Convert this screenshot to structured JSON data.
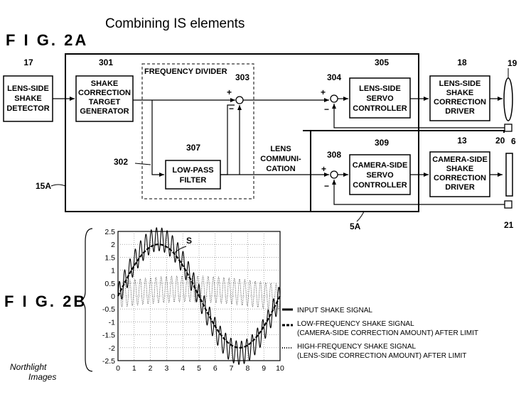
{
  "header": {
    "title": "Combining IS elements"
  },
  "fig_a": {
    "label": "F I G.  2A",
    "blocks": {
      "lens_detector": {
        "num": "17",
        "lines": [
          "LENS-SIDE",
          "SHAKE",
          "DETECTOR"
        ]
      },
      "target_gen": {
        "num": "301",
        "lines": [
          "SHAKE",
          "CORRECTION",
          "TARGET",
          "GENERATOR"
        ]
      },
      "lpf": {
        "num": "307",
        "lines": [
          "LOW-PASS",
          "FILTER"
        ]
      },
      "lens_servo": {
        "num": "305",
        "lines": [
          "LENS-SIDE",
          "SERVO",
          "CONTROLLER"
        ]
      },
      "lens_driver": {
        "num": "18",
        "lines": [
          "LENS-SIDE",
          "SHAKE",
          "CORRECTION",
          "DRIVER"
        ]
      },
      "camera_servo": {
        "num": "309",
        "lines": [
          "CAMERA-SIDE",
          "SERVO",
          "CONTROLLER"
        ]
      },
      "camera_driver": {
        "num": "13",
        "lines": [
          "CAMERA-SIDE",
          "SHAKE",
          "CORRECTION",
          "DRIVER"
        ]
      }
    },
    "labels": {
      "freq_divider": "FREQUENCY DIVIDER",
      "lens_comm": [
        "LENS",
        "COMMUNI-",
        "CATION"
      ],
      "n302": "302",
      "n303": "303",
      "n304": "304",
      "n308": "308",
      "n15A": "15A",
      "n5A": "5A",
      "n19": "19",
      "n20": "20",
      "n6": "6",
      "n21": "21",
      "plus": "+",
      "minus": "−"
    }
  },
  "fig_b": {
    "label": "F I G.  2B",
    "curve_label": "S",
    "legend": [
      {
        "style": "solid",
        "lines": [
          "INPUT SHAKE SIGNAL"
        ]
      },
      {
        "style": "dashed",
        "lines": [
          "LOW-FREQUENCY SHAKE SIGNAL",
          "(CAMERA-SIDE CORRECTION AMOUNT) AFTER LIMIT"
        ]
      },
      {
        "style": "dotted",
        "lines": [
          "HIGH-FREQUENCY SHAKE SIGNAL",
          "(LENS-SIDE CORRECTION AMOUNT) AFTER LIMIT"
        ]
      }
    ]
  },
  "chart_data": {
    "type": "line",
    "x_ticks": [
      "0",
      "1",
      "2",
      "3",
      "4",
      "5",
      "6",
      "7",
      "8",
      "9",
      "10"
    ],
    "y_ticks": [
      "2.5",
      "2",
      "1.5",
      "1",
      "0.5",
      "0",
      "-0.5",
      "-1",
      "-1.5",
      "-2",
      "-2.5"
    ],
    "xlim": [
      0,
      10
    ],
    "ylim": [
      -2.5,
      2.5
    ],
    "grid": true,
    "legend_position": "right",
    "series": [
      {
        "style": "solid",
        "x": [
          0,
          2.5,
          5,
          7.5,
          10
        ],
        "values": [
          0,
          2.2,
          0,
          -2.2,
          0
        ]
      },
      {
        "style": "dashed",
        "x": [
          0,
          2.5,
          5,
          7.5,
          10
        ],
        "values": [
          0,
          2.0,
          0,
          -2.0,
          0
        ]
      },
      {
        "style": "dotted",
        "x": [
          0,
          2.5,
          5,
          7.5,
          10
        ],
        "values": [
          0,
          0.2,
          0,
          -0.2,
          0
        ]
      }
    ]
  },
  "watermark": {
    "lines": [
      "Northlight",
      "Images"
    ]
  }
}
